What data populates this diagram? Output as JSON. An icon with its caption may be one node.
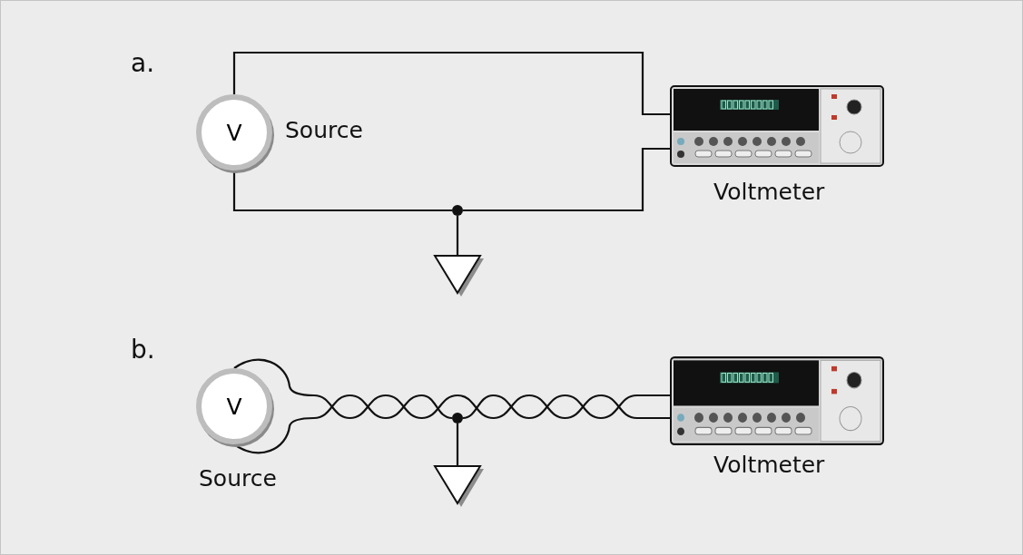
{
  "diagram": {
    "nodes": [
      {
        "text": [
          "V"
        ],
        "beside": [
          "Source"
        ]
      },
      {
        "text": [],
        "shape": "picture",
        "beside": [
          "Voltmeter"
        ]
      },
      {
        "text": [],
        "shape": "circle"
      },
      {
        "text": [],
        "shape": "triangle"
      },
      {
        "text": [
          "V"
        ],
        "beside": [
          "Source"
        ]
      },
      {
        "text": [],
        "shape": "picture",
        "beside": [
          "Voltmeter"
        ]
      },
      {
        "text": [],
        "shape": "circle"
      },
      {
        "text": [],
        "shape": "triangle"
      }
    ],
    "edges": [
      {
        "from": 0,
        "to": 1,
        "arrow": "none"
      },
      {
        "from": 0,
        "to": 2,
        "arrow": "none"
      },
      {
        "from": 2,
        "to": 1,
        "arrow": "none"
      },
      {
        "from": 2,
        "to": 3,
        "arrow": "none"
      },
      {
        "from": 4,
        "to": 5,
        "arrow": "none"
      },
      {
        "from": 4,
        "to": 6,
        "arrow": "none"
      },
      {
        "from": 6,
        "to": 5,
        "arrow": "none"
      },
      {
        "from": 6,
        "to": 7,
        "arrow": "none"
      }
    ],
    "labels": [
      "a.",
      "b."
    ]
  }
}
